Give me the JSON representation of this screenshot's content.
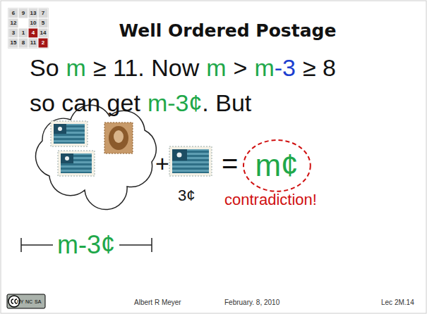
{
  "diagram": {
    "title": "Well Ordered Postage",
    "nodes": [
      {
        "text": [
          "m¢"
        ]
      }
    ],
    "labels": [
      "6",
      "9",
      "13",
      "7",
      "12",
      "10",
      "5",
      "3",
      "1",
      "4",
      "14",
      "15",
      "8",
      "11",
      "2",
      "So",
      "m",
      "≥ 11. Now",
      "m",
      ">",
      "m",
      "-3",
      "≥ 8",
      "so can get",
      "m-3¢",
      ". But",
      "+",
      "=",
      "3¢",
      "contradiction!",
      "m-3¢",
      "Albert R Meyer",
      "February. 8, 2010",
      "Lec 2M.14",
      "BY",
      "NC",
      "SA"
    ]
  }
}
